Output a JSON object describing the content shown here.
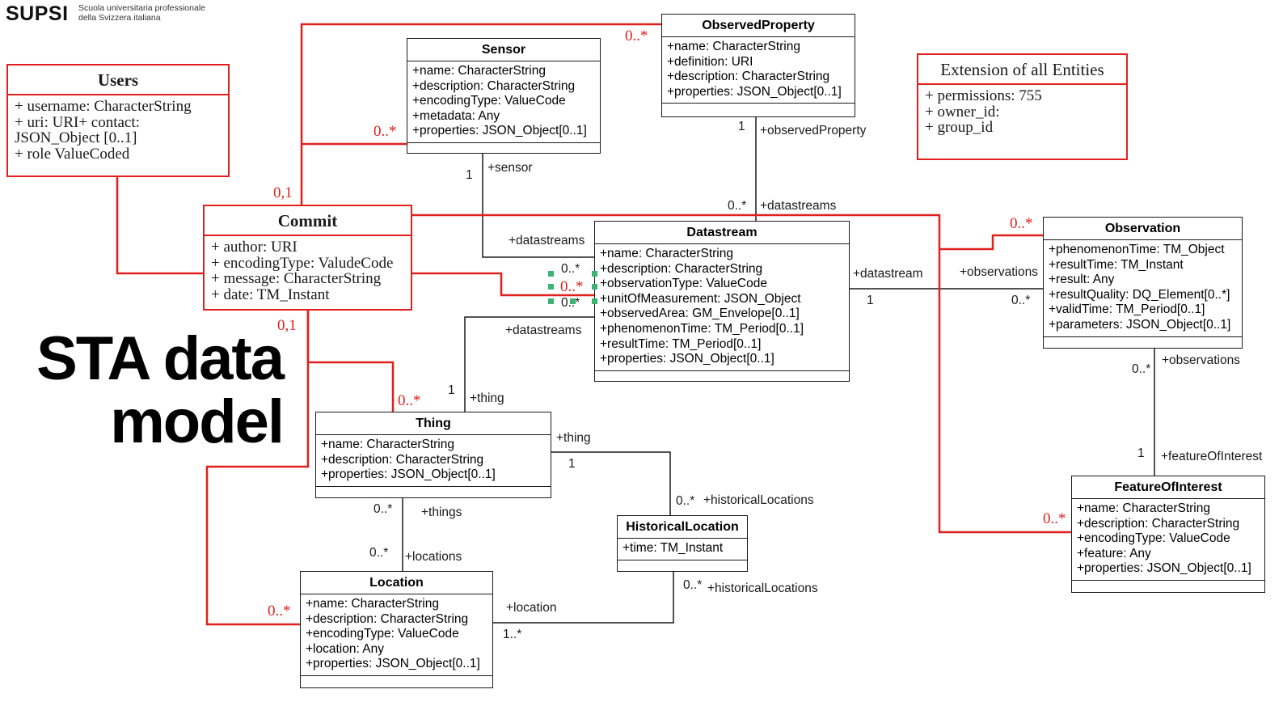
{
  "logo": {
    "name": "SUPSI",
    "subtitle_line1": "Scuola universitaria professionale",
    "subtitle_line2": "della Svizzera italiana"
  },
  "heading": {
    "line1": "STA data",
    "line2": "model"
  },
  "classes": {
    "users": {
      "title": "Users",
      "attributes": [
        "+ username: CharacterString",
        "+ uri: URI+ contact:",
        "JSON_Object [0..1]",
        "+ role ValueCoded"
      ]
    },
    "commit": {
      "title": "Commit",
      "attributes": [
        "+ author: URI",
        "+ encodingType: ValudeCode",
        "+ message: CharacterString",
        "+ date: TM_Instant"
      ]
    },
    "extension": {
      "title": "Extension of all Entities",
      "attributes": [
        "+ permissions: 755",
        "+ owner_id:",
        "+ group_id"
      ]
    },
    "sensor": {
      "title": "Sensor",
      "attributes": [
        "+name: CharacterString",
        "+description: CharacterString",
        "+encodingType: ValueCode",
        "+metadata: Any",
        "+properties: JSON_Object[0..1]"
      ]
    },
    "observed_property": {
      "title": "ObservedProperty",
      "attributes": [
        "+name: CharacterString",
        "+definition: URI",
        "+description: CharacterString",
        "+properties: JSON_Object[0..1]"
      ]
    },
    "datastream": {
      "title": "Datastream",
      "attributes": [
        "+name: CharacterString",
        "+description: CharacterString",
        "+observationType: ValueCode",
        "+unitOfMeasurement: JSON_Object",
        "+observedArea: GM_Envelope[0..1]",
        "+phenomenonTime: TM_Period[0..1]",
        "+resultTime: TM_Period[0..1]",
        "+properties: JSON_Object[0..1]"
      ]
    },
    "observation": {
      "title": "Observation",
      "attributes": [
        "+phenomenonTime: TM_Object",
        "+resultTime: TM_Instant",
        "+result: Any",
        "+resultQuality: DQ_Element[0..*]",
        "+validTime: TM_Period[0..1]",
        "+parameters: JSON_Object[0..1]"
      ]
    },
    "thing": {
      "title": "Thing",
      "attributes": [
        "+name: CharacterString",
        "+description: CharacterString",
        "+properties: JSON_Object[0..1]"
      ]
    },
    "historical_location": {
      "title": "HistoricalLocation",
      "attributes": [
        "+time: TM_Instant"
      ]
    },
    "location": {
      "title": "Location",
      "attributes": [
        "+name: CharacterString",
        "+description: CharacterString",
        "+encodingType: ValueCode",
        "+location: Any",
        "+properties: JSON_Object[0..1]"
      ]
    },
    "feature_of_interest": {
      "title": "FeatureOfInterest",
      "attributes": [
        "+name: CharacterString",
        "+description: CharacterString",
        "+encodingType: ValueCode",
        "+feature: Any",
        "+properties: JSON_Object[0..1]"
      ]
    }
  },
  "association_labels": {
    "sensor_role": "+sensor",
    "sensor_mult": "1",
    "sensor_datastreams": "+datastreams",
    "op_mult": "1",
    "op_role": "+observedProperty",
    "op_ds_mult": "0..*",
    "op_datastreams": "+datastreams",
    "ds_sensor_mult": "0..*",
    "ds_op_mult": "0..*",
    "ds_thing_mult": "0..*",
    "thing_datastreams": "+datastreams",
    "thing_mult": "1",
    "thing_role": "+thing",
    "ds_obs_role": "+datastream",
    "ds_obs_mult": "1",
    "obs_role": "+observations",
    "obs_mult": "0..*",
    "obs_foi_mult": "0..*",
    "obs_foi_role": "+observations",
    "foi_mult": "1",
    "foi_role": "+featureOfInterest",
    "thing_hl_role": "+thing",
    "thing_hl_mult": "1",
    "hl_thing_mult": "0..*",
    "hl_thing_role": "+historicalLocations",
    "thing_loc_mult": "0..*",
    "thing_loc_role": "+things",
    "loc_thing_mult": "0..*",
    "loc_thing_role": "+locations",
    "loc_hl_role": "+location",
    "loc_hl_mult": "1..*",
    "hl_loc_mult": "0..*",
    "hl_loc_role": "+historicalLocations"
  },
  "commit_labels": {
    "commit_top": "0,1",
    "commit_bottom": "0,1",
    "to_observed_property": "0..*",
    "to_sensor": "0..*",
    "to_datastream": "0..*",
    "to_observation": "0..*",
    "to_thing": "0..*",
    "to_location": "0..*",
    "to_feature_of_interest": "0..*"
  },
  "colors": {
    "line": "#1a1a1a",
    "accent": "#e0201e",
    "marker": "#3cb371"
  }
}
